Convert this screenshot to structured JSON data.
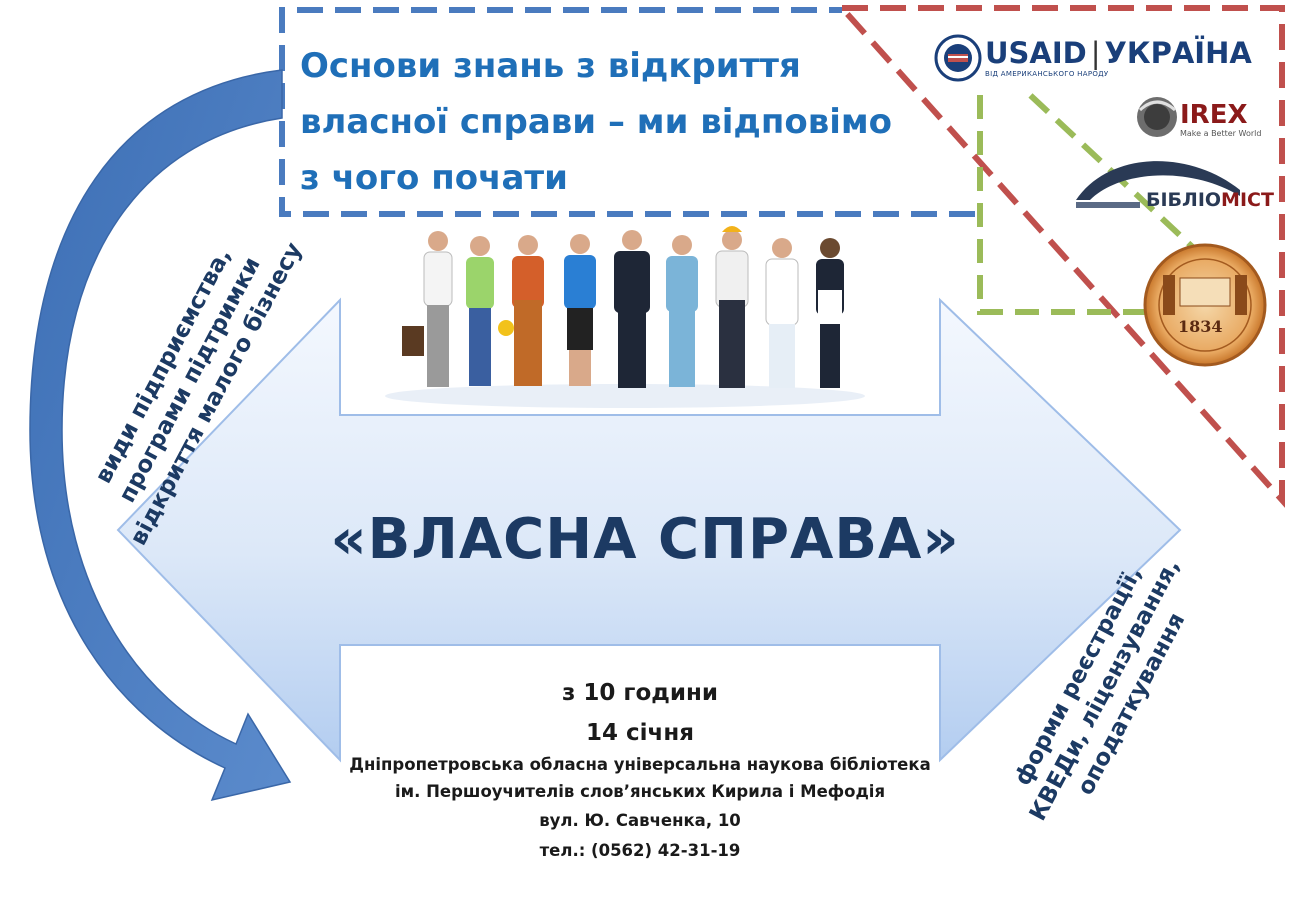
{
  "header": {
    "title_lines": [
      "Основи знань з відкриття",
      "власної справи – ми відповімо",
      "з чого почати"
    ]
  },
  "main": {
    "title": "«ВЛАСНА СПРАВА»"
  },
  "event": {
    "time": "з 10 години",
    "date": "14 січня",
    "address_lines": [
      "Дніпропетровська обласна універсальна наукова бібліотека",
      "ім. Першоучителів слов’янських Кирила і Мефодія",
      "вул. Ю. Савченка, 10",
      "тел.: (0562) 42-31-19"
    ]
  },
  "side_texts": {
    "left": [
      "види підприємства,",
      "програми підтримки",
      "відкриття малого бізнесу"
    ],
    "right": [
      "форми реєстрації,",
      "КВЕДи, ліцензування,",
      "оподаткування"
    ]
  },
  "logos": {
    "usaid_name": "USAID",
    "usaid_country": "УКРАЇНА",
    "usaid_tagline": "ВІД АМЕРИКАНСЬКОГО НАРОДУ",
    "irex_name": "IREX",
    "irex_tagline": "Make a Better World",
    "bibliomist_part1": "БІБЛІО",
    "bibliomist_part2": "МІСТ",
    "seal_year": "1834",
    "icons": [
      "usaid-emblem-icon",
      "irex-globe-icon",
      "bibliomist-book-icon",
      "library-seal-icon"
    ]
  },
  "illustration": {
    "icon": "workers-group-icon"
  },
  "colors": {
    "title_blue": "#1f6fb8",
    "dark_navy": "#1c3a63",
    "dash_blue": "#4a7bbf",
    "dash_red": "#c0504d",
    "dash_green": "#9bbb59",
    "arrow_light": "#e8f1fc",
    "arrow_mid": "#b7d0f1",
    "curved_arrow": "#4f7fc0"
  }
}
